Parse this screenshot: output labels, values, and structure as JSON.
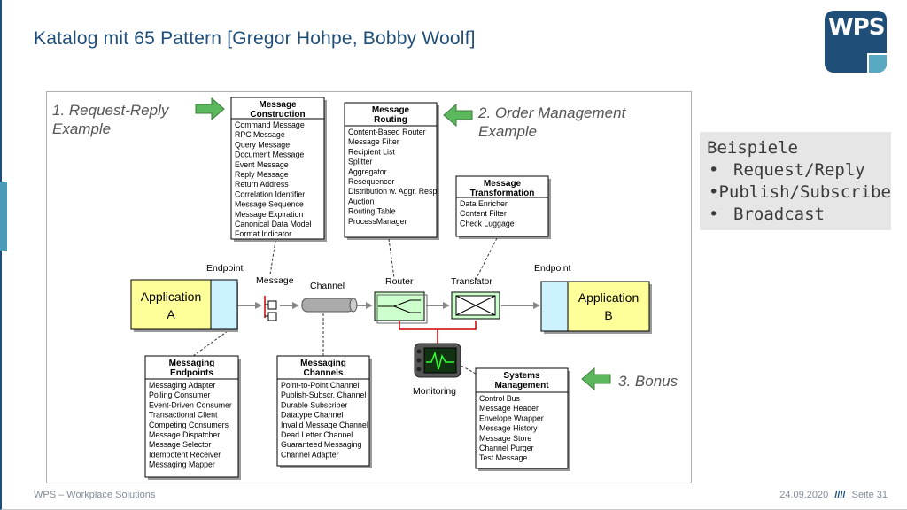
{
  "title": "Katalog mit 65 Pattern [Gregor Hohpe, Bobby Woolf]",
  "logo_text": "WPS",
  "diagram": {
    "labels": {
      "request_reply": [
        "1. Request-Reply",
        "Example"
      ],
      "order_mgmt": [
        "2. Order Management",
        "Example"
      ],
      "bonus": "3. Bonus",
      "endpoint_left": "Endpoint",
      "endpoint_right": "Endpoint",
      "message": "Message",
      "channel": "Channel",
      "router": "Router",
      "translator": "Translator",
      "monitoring": "Monitoring",
      "app_a": [
        "Application",
        "A"
      ],
      "app_b": [
        "Application",
        "B"
      ]
    },
    "boxes": {
      "message_construction": {
        "title": [
          "Message",
          "Construction"
        ],
        "items": [
          "Command Message",
          "RPC Message",
          "Query Message",
          "Document Message",
          "Event Message",
          "Reply Message",
          "Return Address",
          "Correlation Identifier",
          "Message Sequence",
          "Message Expiration",
          "Canonical Data Model",
          "Format Indicator"
        ]
      },
      "message_routing": {
        "title": [
          "Message",
          "Routing"
        ],
        "items": [
          "Content-Based Router",
          "Message Filter",
          "Recipient List",
          "Splitter",
          "Aggregator",
          "Resequencer",
          "Distribution w. Aggr. Resp.",
          "Auction",
          "Routing Table",
          "ProcessManager"
        ]
      },
      "message_transformation": {
        "title": [
          "Message",
          "Transformation"
        ],
        "items": [
          "Data Enricher",
          "Content Filter",
          "Check Luggage"
        ]
      },
      "messaging_endpoints": {
        "title": [
          "Messaging",
          "Endpoints"
        ],
        "items": [
          "Messaging Adapter",
          "Polling Consumer",
          "Event-Driven Consumer",
          "Transactional Client",
          "Competing Consumers",
          "Message Dispatcher",
          "Message Selector",
          "Idempotent Receiver",
          "Messaging Mapper"
        ]
      },
      "messaging_channels": {
        "title": [
          "Messaging",
          "Channels"
        ],
        "items": [
          "Point-to-Point Channel",
          "Publish-Subscr. Channel",
          "Durable Subscriber",
          "Datatype Channel",
          "Invalid Message Channel",
          "Dead Letter Channel",
          "Guaranteed Messaging",
          "Channel Adapter"
        ]
      },
      "systems_management": {
        "title": [
          "Systems",
          "Management"
        ],
        "items": [
          "Control Bus",
          "Message Header",
          "Envelope Wrapper",
          "Message History",
          "Message Store",
          "Channel Purger",
          "Test Message"
        ]
      }
    }
  },
  "beispiele": {
    "title": "Beispiele",
    "bullet": "•",
    "items": [
      "Request/Reply",
      "Publish/Subscribe",
      "Broadcast"
    ]
  },
  "footer": {
    "left": "WPS – Workplace Solutions",
    "date": "24.09.2020",
    "sep": "////",
    "page": "Seite 31"
  },
  "colors": {
    "title": "#1f4e79",
    "app_fill": "#ffff99",
    "endpoint_fill": "#ccf2ff",
    "arrow_green": "#5cb85c",
    "monitor_line": "#cc0000"
  }
}
